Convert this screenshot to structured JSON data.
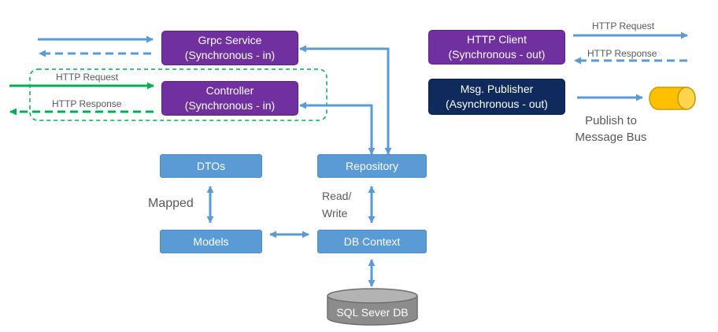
{
  "diagram": {
    "nodes": {
      "grpc_service": {
        "title": "Grpc Service",
        "subtitle": "(Synchronous - in)"
      },
      "controller": {
        "title": "Controller",
        "subtitle": "(Synchronous - in)"
      },
      "http_client": {
        "title": "HTTP Client",
        "subtitle": "(Synchronous - out)"
      },
      "msg_publisher": {
        "title": "Msg. Publisher",
        "subtitle": "(Asynchronous - out)"
      },
      "dtos": {
        "title": "DTOs"
      },
      "repository": {
        "title": "Repository"
      },
      "models": {
        "title": "Models"
      },
      "db_context": {
        "title": "DB Context"
      },
      "database": {
        "title": "SQL Sever DB"
      }
    },
    "labels": {
      "controller_http_request": "HTTP Request",
      "controller_http_response": "HTTP Response",
      "client_http_request": "HTTP Request",
      "client_http_response": "HTTP Response",
      "publish_line1": "Publish to",
      "publish_line2": "Message Bus",
      "mapped": "Mapped",
      "read_write_line1": "Read/",
      "read_write_line2": "Write"
    },
    "colors": {
      "purple": "#7030a0",
      "navy": "#0f2a5c",
      "box_blue": "#5b9bd5",
      "arrow_blue": "#5b9bd5",
      "green": "#00b050",
      "bus_yellow": "#ffc000",
      "db_gray": "#7f7f7f"
    }
  }
}
